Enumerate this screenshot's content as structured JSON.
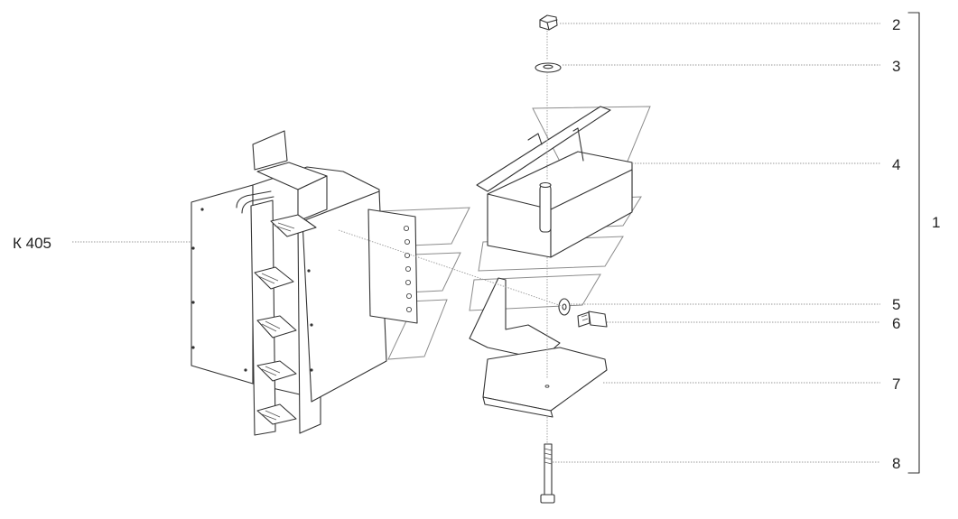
{
  "diagram": {
    "label_color": "#222222",
    "line_color": "#333333",
    "callouts": [
      {
        "id": "2",
        "text": "2"
      },
      {
        "id": "3",
        "text": "3"
      },
      {
        "id": "4",
        "text": "4"
      },
      {
        "id": "5",
        "text": "5"
      },
      {
        "id": "6",
        "text": "6"
      },
      {
        "id": "7",
        "text": "7"
      },
      {
        "id": "8",
        "text": "8"
      }
    ],
    "assembly_label": "1",
    "reference_label": "К 405"
  }
}
